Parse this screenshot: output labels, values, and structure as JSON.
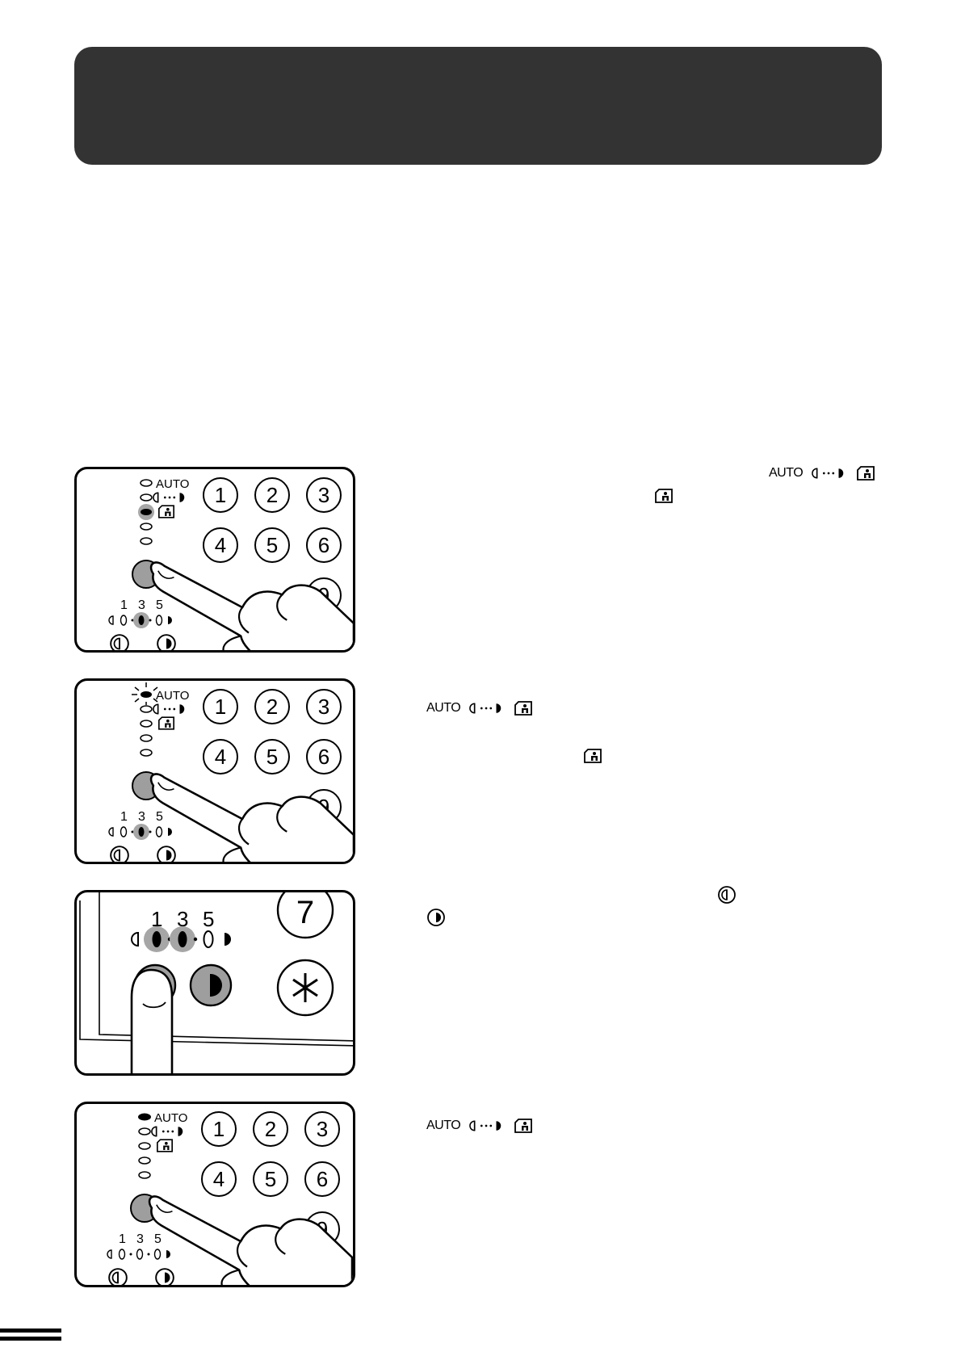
{
  "exposure": {
    "auto_label": "AUTO"
  },
  "panels": [
    {
      "keys": [
        "1",
        "2",
        "3",
        "4",
        "5",
        "6",
        "9"
      ],
      "scale": [
        "1",
        "3",
        "5"
      ]
    },
    {
      "keys": [
        "1",
        "2",
        "3",
        "4",
        "5",
        "6",
        "9"
      ],
      "scale": [
        "1",
        "3",
        "5"
      ]
    },
    {
      "keys": [
        "7"
      ],
      "scale": [
        "1",
        "3",
        "5"
      ]
    },
    {
      "keys": [
        "1",
        "2",
        "3",
        "4",
        "5",
        "6",
        "9"
      ],
      "scale": [
        "1",
        "3",
        "5"
      ]
    }
  ]
}
